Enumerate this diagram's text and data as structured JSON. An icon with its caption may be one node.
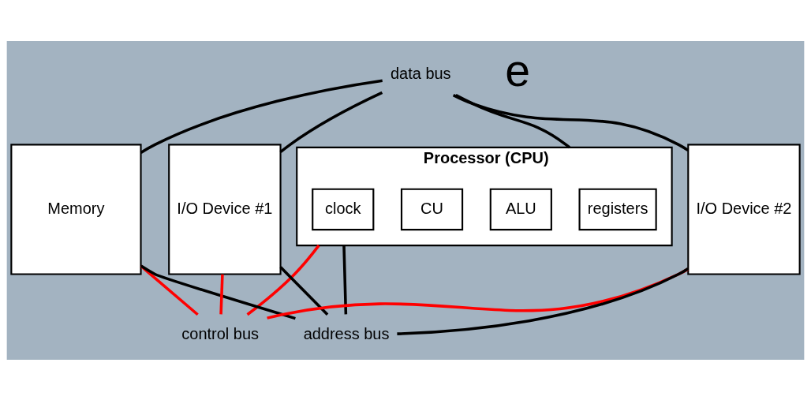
{
  "diagram": {
    "nodes": [
      {
        "text": [
          "data bus"
        ]
      },
      {
        "text": [
          "Processor (CPU)"
        ]
      },
      {
        "text": [
          "registers"
        ],
        "in": 1
      },
      {
        "text": [
          "ALU"
        ],
        "in": 1
      },
      {
        "text": [
          "CU"
        ],
        "in": 1
      },
      {
        "text": [
          "clock"
        ],
        "in": 1
      },
      {
        "text": [
          "Memory"
        ]
      },
      {
        "text": [
          "I/O Device #1"
        ]
      },
      {
        "text": [
          "I/O Device #2"
        ]
      },
      {
        "text": [
          "control bus"
        ]
      },
      {
        "text": [
          "address bus"
        ]
      }
    ],
    "edges": [
      {
        "from": 0,
        "to": 1,
        "arrow": "none"
      },
      {
        "from": 0,
        "to": 6,
        "arrow": "none"
      },
      {
        "from": 0,
        "to": 7,
        "arrow": "none"
      },
      {
        "from": 0,
        "to": 8,
        "arrow": "none"
      },
      {
        "from": 1,
        "to": 9,
        "arrow": "none",
        "color": "#ff0000"
      },
      {
        "from": 6,
        "to": 9,
        "arrow": "none",
        "color": "#ff0000"
      },
      {
        "from": 7,
        "to": 9,
        "arrow": "none",
        "color": "#ff0000"
      },
      {
        "from": 8,
        "to": 9,
        "arrow": "none",
        "color": "#ff0000"
      },
      {
        "from": 1,
        "to": 10,
        "arrow": "none"
      },
      {
        "from": 6,
        "to": 10,
        "arrow": "none"
      },
      {
        "from": 7,
        "to": 10,
        "arrow": "none"
      },
      {
        "from": 8,
        "to": 10,
        "arrow": "none"
      }
    ],
    "labels": [
      "e"
    ]
  }
}
